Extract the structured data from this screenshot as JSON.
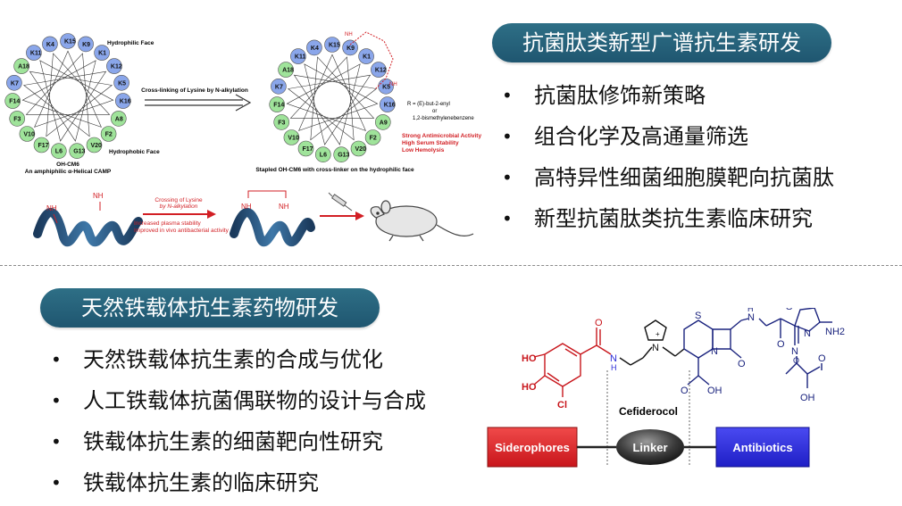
{
  "section1": {
    "title": "抗菌肽类新型广谱抗生素研发",
    "bullets": [
      "抗菌肽修饰新策略",
      "组合化学及高通量筛选",
      "高特异性细菌细胞膜靶向抗菌肽",
      "新型抗菌肽类抗生素临床研究"
    ]
  },
  "section2": {
    "title": "天然铁载体抗生素药物研发",
    "bullets": [
      "天然铁载体抗生素的合成与优化",
      "人工铁载体抗菌偶联物的设计与合成",
      "铁载体抗生素的细菌靶向性研究",
      "铁载体抗生素的临床研究"
    ]
  },
  "helix_figure": {
    "wheel_left_residues": [
      "K15",
      "K9",
      "K1",
      "K12",
      "K5",
      "K16",
      "A8",
      "F2",
      "V20",
      "G13",
      "L6",
      "F17",
      "V10",
      "F3",
      "F14",
      "K7",
      "A18",
      "K11",
      "K4"
    ],
    "wheel_right_residues": [
      "K15",
      "K9",
      "K1",
      "K12",
      "K5",
      "K16",
      "A9",
      "F2",
      "V20",
      "G13",
      "L6",
      "F17",
      "V10",
      "F3",
      "F14",
      "K7",
      "A18",
      "K11",
      "K4"
    ],
    "hydrophilic_face": "Hydrophilic Face",
    "hydrophobic_face": "Hydrophobic Face",
    "arrow_label": "Cross-linking of Lysine by N-alkylation",
    "left_caption_1": "OH-CM6",
    "left_caption_2": "An amphiphilic α-Helical CAMP",
    "right_caption": "Stapled OH-CM6 with cross-linker on the hydrophilic face",
    "r_def_1": "R = (E)-but-2-enyl",
    "r_def_2": "or",
    "r_def_3": "1,2-bismethylenebenzene",
    "benefits": [
      "Strong Antimicrobial Activity",
      "High Serum Stability",
      "Low Hemolysis"
    ],
    "nh_label": "NH",
    "bottom_arrow_1": "Crossing of Lysine",
    "bottom_arrow_2": "by N-alkylation",
    "bottom_result_1": "Increased plasma stability",
    "bottom_result_2": "Improved in vivo antibacterial activity"
  },
  "cefiderocol": {
    "name": "Cefiderocol",
    "siderophores": "Siderophores",
    "linker": "Linker",
    "antibiotics": "Antibiotics",
    "atoms": {
      "ho1": "HO",
      "ho2": "HO",
      "cl": "Cl",
      "o": "O",
      "n": "N",
      "h": "H",
      "s": "S",
      "oh": "OH",
      "nh2": "NH2",
      "plus": "+"
    }
  },
  "colors": {
    "pill": "#255f78",
    "siderophore_red": "#d21f24",
    "antibiotic_blue": "#2a2ad6",
    "linker_dark": "#222222",
    "residue_blue": "#8aa6ea",
    "residue_green": "#9fe39a"
  }
}
